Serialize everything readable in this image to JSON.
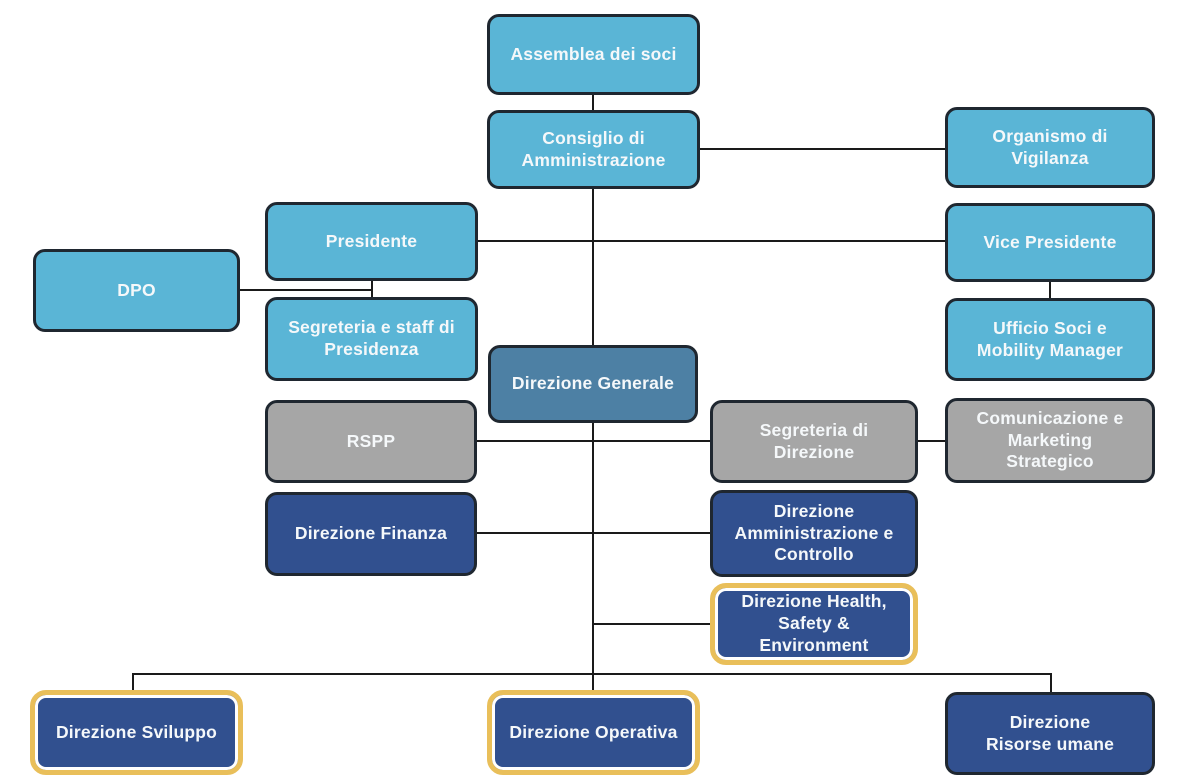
{
  "diagram_type": "organizational-chart",
  "language": "it",
  "colors": {
    "light_blue": "#5ab5d6",
    "steel_blue": "#4d80a4",
    "gray": "#a6a6a6",
    "navy": "#31508f",
    "gold": "#e9bf5a",
    "box_border": "#1f2730",
    "line": "#1a1a1a",
    "text": "#f5f8fa"
  },
  "nodes": {
    "assemblea": {
      "label": "Assemblea dei soci",
      "style": "light-blue"
    },
    "consiglio": {
      "label": "Consiglio di\nAmministrazione",
      "style": "light-blue"
    },
    "organismo": {
      "label": "Organismo di\nVigilanza",
      "style": "light-blue"
    },
    "presidente": {
      "label": "Presidente",
      "style": "light-blue"
    },
    "vice_presidente": {
      "label": "Vice Presidente",
      "style": "light-blue"
    },
    "dpo": {
      "label": "DPO",
      "style": "light-blue"
    },
    "segreteria_presidenza": {
      "label": "Segreteria e staff di\nPresidenza",
      "style": "light-blue"
    },
    "ufficio_soci": {
      "label": "Ufficio Soci e\nMobility Manager",
      "style": "light-blue"
    },
    "direzione_generale": {
      "label": "Direzione Generale",
      "style": "steel-blue"
    },
    "rspp": {
      "label": "RSPP",
      "style": "gray"
    },
    "segreteria_direzione": {
      "label": "Segreteria di\nDirezione",
      "style": "gray"
    },
    "comunicazione": {
      "label": "Comunicazione e\nMarketing\nStrategico",
      "style": "gray"
    },
    "finanza": {
      "label": "Direzione Finanza",
      "style": "navy"
    },
    "amministrazione": {
      "label": "Direzione\nAmministrazione e\nControllo",
      "style": "navy"
    },
    "health": {
      "label": "Direzione Health,\nSafety &\nEnvironment",
      "style": "navy-gold"
    },
    "sviluppo": {
      "label": "Direzione Sviluppo",
      "style": "navy-gold"
    },
    "operativa": {
      "label": "Direzione Operativa",
      "style": "navy-gold"
    },
    "risorse_umane": {
      "label": "Direzione\nRisorse umane",
      "style": "navy"
    }
  }
}
